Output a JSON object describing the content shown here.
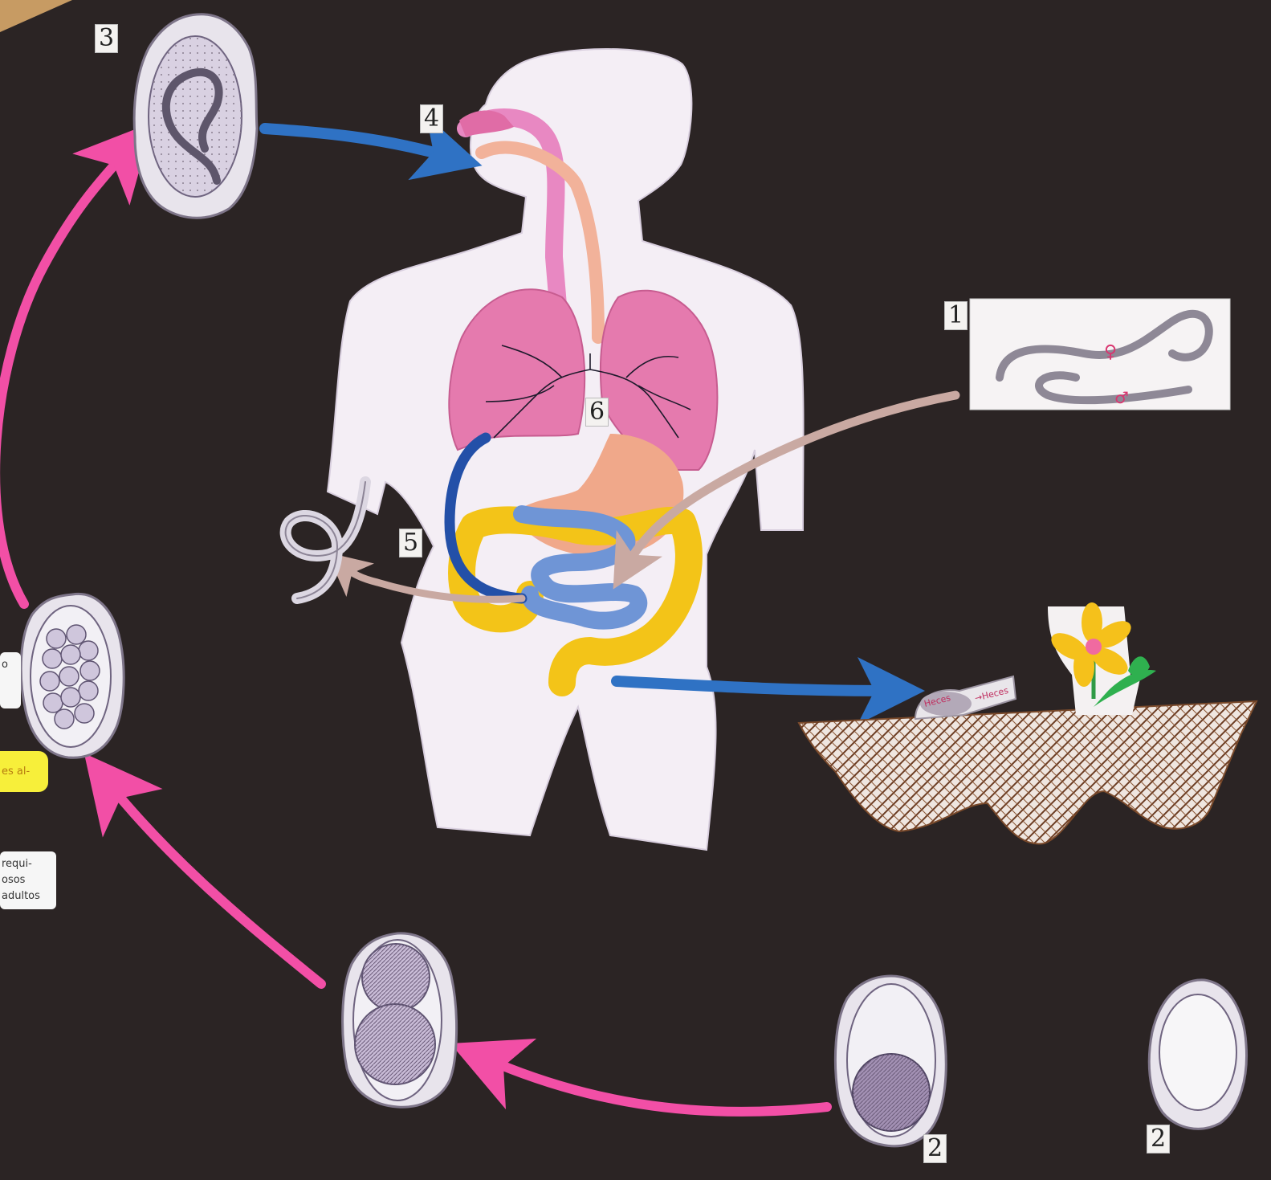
{
  "stage_labels": {
    "adult_worms": "1",
    "egg_unembryonated": "2",
    "egg_unembryonated_2": "2",
    "embryonated_egg": "3",
    "ingestion": "4",
    "intestine": "5",
    "lungs": "6"
  },
  "symbols": {
    "female": "♀",
    "male": "♂"
  },
  "soil_tag": {
    "left": "Heces",
    "right": "→Heces"
  },
  "side_notes": {
    "yellow": "es al-",
    "white_lines": [
      "requi-",
      "osos",
      "adultos"
    ],
    "top_left": "o"
  },
  "colors": {
    "background": "#2b2424",
    "pink_arrow": "#f24fa6",
    "blue_arrow": "#2f72c4",
    "glitter_arrow": "#c9a9a2",
    "lungs": "#e57aae",
    "intestine_blue": "#6f95d6",
    "intestine_yellow": "#f3c418",
    "soil": "#7a4a2b"
  }
}
